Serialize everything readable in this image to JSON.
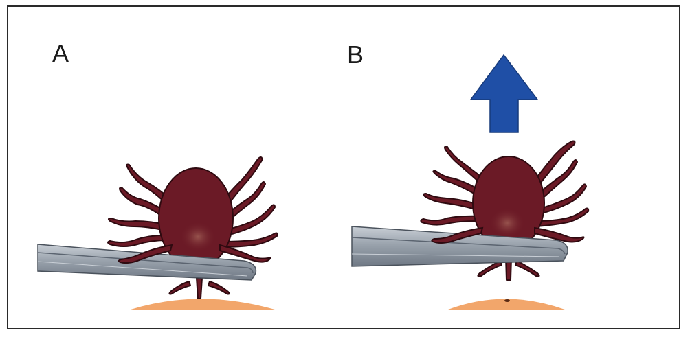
{
  "panels": [
    {
      "label": "A"
    },
    {
      "label": "B"
    }
  ],
  "colors": {
    "tick_body": "#6b1a26",
    "tick_outline": "#2e0a10",
    "tick_highlight": "#8f4a47",
    "tweezers": "#9aa3ad",
    "tweezers_dark": "#5b6470",
    "skin": "#f2a66b",
    "arrow": "#1f4fa6",
    "border": "#2a2a2a"
  },
  "icons": {
    "arrow": "arrow-up-icon",
    "tick": "tick-illustration",
    "tweezers": "tweezers-illustration"
  }
}
